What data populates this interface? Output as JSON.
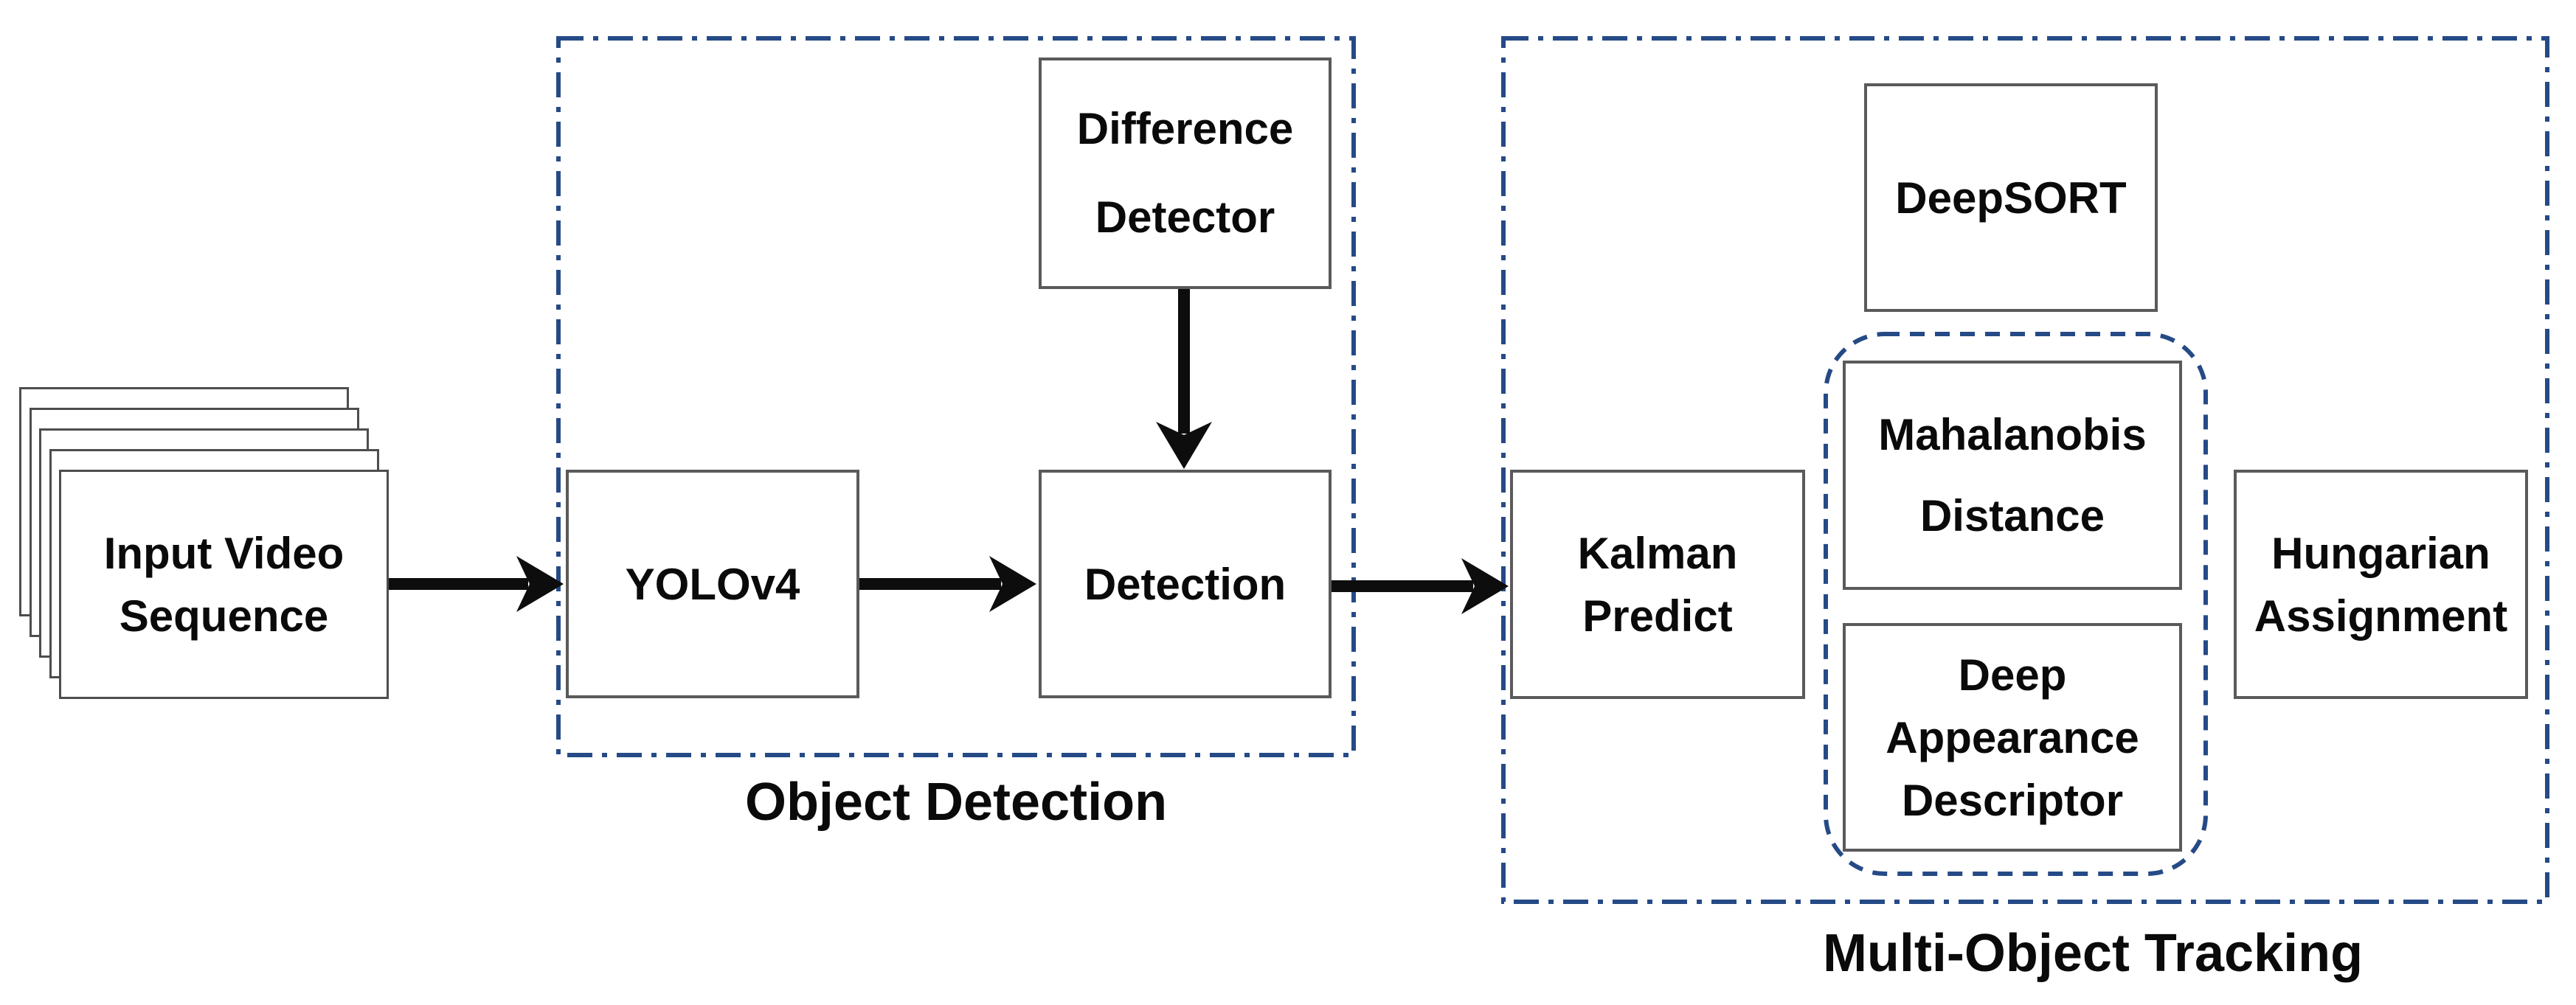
{
  "colors": {
    "background": "#ffffff",
    "group_dash_blue": "#254a86",
    "box_border_gray": "#5a5a5a",
    "frame_border_gray": "#4d4d4d",
    "arrow_black": "#0d0d0d",
    "text_black": "#0a0a0a"
  },
  "nodes": {
    "input_video_sequence": {
      "lines": [
        "Input Video",
        "Sequence"
      ]
    },
    "yolov4": {
      "lines": [
        "YOLOv4"
      ]
    },
    "difference_detector": {
      "lines": [
        "Difference",
        "Detector"
      ]
    },
    "detection": {
      "lines": [
        "Detection"
      ]
    },
    "kalman_predict": {
      "lines": [
        "Kalman",
        "Predict"
      ]
    },
    "deepsort": {
      "lines": [
        "DeepSORT"
      ]
    },
    "mahalanobis_distance": {
      "lines": [
        "Mahalanobis",
        "Distance"
      ]
    },
    "deep_appearance_descriptor": {
      "lines": [
        "Deep",
        "Appearance",
        "Descriptor"
      ]
    },
    "hungarian_assignment": {
      "lines": [
        "Hungarian",
        "Assignment"
      ]
    }
  },
  "groups": {
    "object_detection": {
      "label": "Object Detection"
    },
    "multi_object_tracking": {
      "label": "Multi-Object Tracking"
    }
  },
  "icons": {
    "flow_arrows": "right-arrow, right-arrow, right-arrow, down-arrow"
  }
}
